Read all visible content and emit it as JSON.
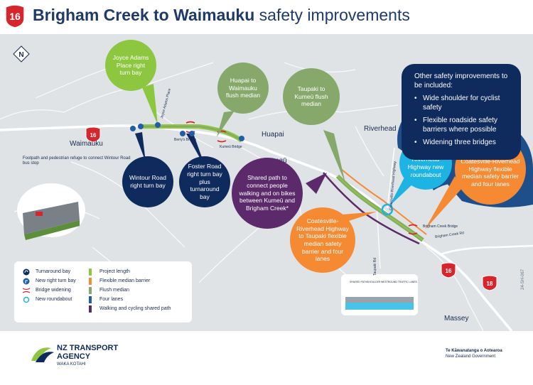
{
  "header": {
    "route_number": "16",
    "title_bold": "Brigham Creek to Waimauku",
    "title_rest": " safety improvements"
  },
  "map": {
    "north_label": "N",
    "towns": {
      "waimauku": "Waimauku",
      "huapai": "Huapai",
      "kumeu": "Kumeū",
      "riverhead": "Riverhead",
      "massey": "Massey"
    },
    "shields": {
      "sh16_west": "16",
      "sh16_east": "16",
      "sh18": "18"
    },
    "road_labels": {
      "joyce_adams_place": "Joyce Adams Place",
      "berrys_bridge": "Berry's Bridge",
      "kumeu_bridge": "Kumeū Bridge",
      "coatesville_riverhead_hwy": "Coatesville-Riverhead Highway",
      "taupaki_rd": "Taupaki Rd",
      "brigham_creek_bridge": "Brigham Creek Bridge",
      "brigham_creek_rd": "Brigham Creek Rd"
    },
    "footpath_note": "Footpath and pedestrian refuge to connect Wintour Road bus stop",
    "callouts": {
      "joyce_adams": "Joyce Adams Place right turn bay",
      "wintour": "Wintour Road right turn bay",
      "foster": "Foster Road right turn bay plus turnaround bay",
      "huapai_waimauku": "Huapai to Waimauku flush median",
      "taupaki_kumeu": "Taupaki to Kumeū flush median",
      "shared_path": "Shared path to connect people walking and on bikes between Kumeū and Brigham Creek*",
      "coatesville_roundabout": "Coatesville-Riverhead Highway new roundabout",
      "brigham_coatesville": "Brigham to Coatesville-Riverhead Highway flexible median safety barrier and four lanes",
      "coatesville_taupaki": "Coatesville-Riverhead Highway to Taupaki flexible median safety barrier and four lanes"
    },
    "cross_section_labels": {
      "shared_path": "SHARED PATH",
      "shoulder": "SHOULDER",
      "westbound": "WESTBOUND TRAFFIC LANES"
    },
    "doc_ref": "24-SH-067"
  },
  "info_panel": {
    "intro": "Other safety improvements to be included:",
    "items": [
      "Wide shoulder for cyclist safety",
      "Flexible roadside safety barriers where possible",
      "Widening three bridges"
    ]
  },
  "legend": {
    "turnaround_bay": "Turnaround bay",
    "new_right_turn_bay": "New right turn bay",
    "bridge_widening": "Bridge widening",
    "new_roundabout": "New roundabout",
    "project_length": "Project length",
    "flexible_median_barrier": "Flexible median barrier",
    "flush_median": "Flush median",
    "four_lanes": "Four lanes",
    "shared_path": "Walking and cycling shared path"
  },
  "footer": {
    "logo_line1": "NZ TRANSPORT",
    "logo_line2": "AGENCY",
    "logo_line3": "WAKA KOTAHI",
    "gov_line1": "Te Kāwanatanga o Aotearoa",
    "gov_line2": "New Zealand Government"
  },
  "colors": {
    "navy": "#0f2a5c",
    "green": "#8dc63f",
    "sage": "#86a96b",
    "purple": "#5c2a6b",
    "orange": "#f58a33",
    "cyan": "#1db4e3",
    "red": "#d7252c"
  }
}
